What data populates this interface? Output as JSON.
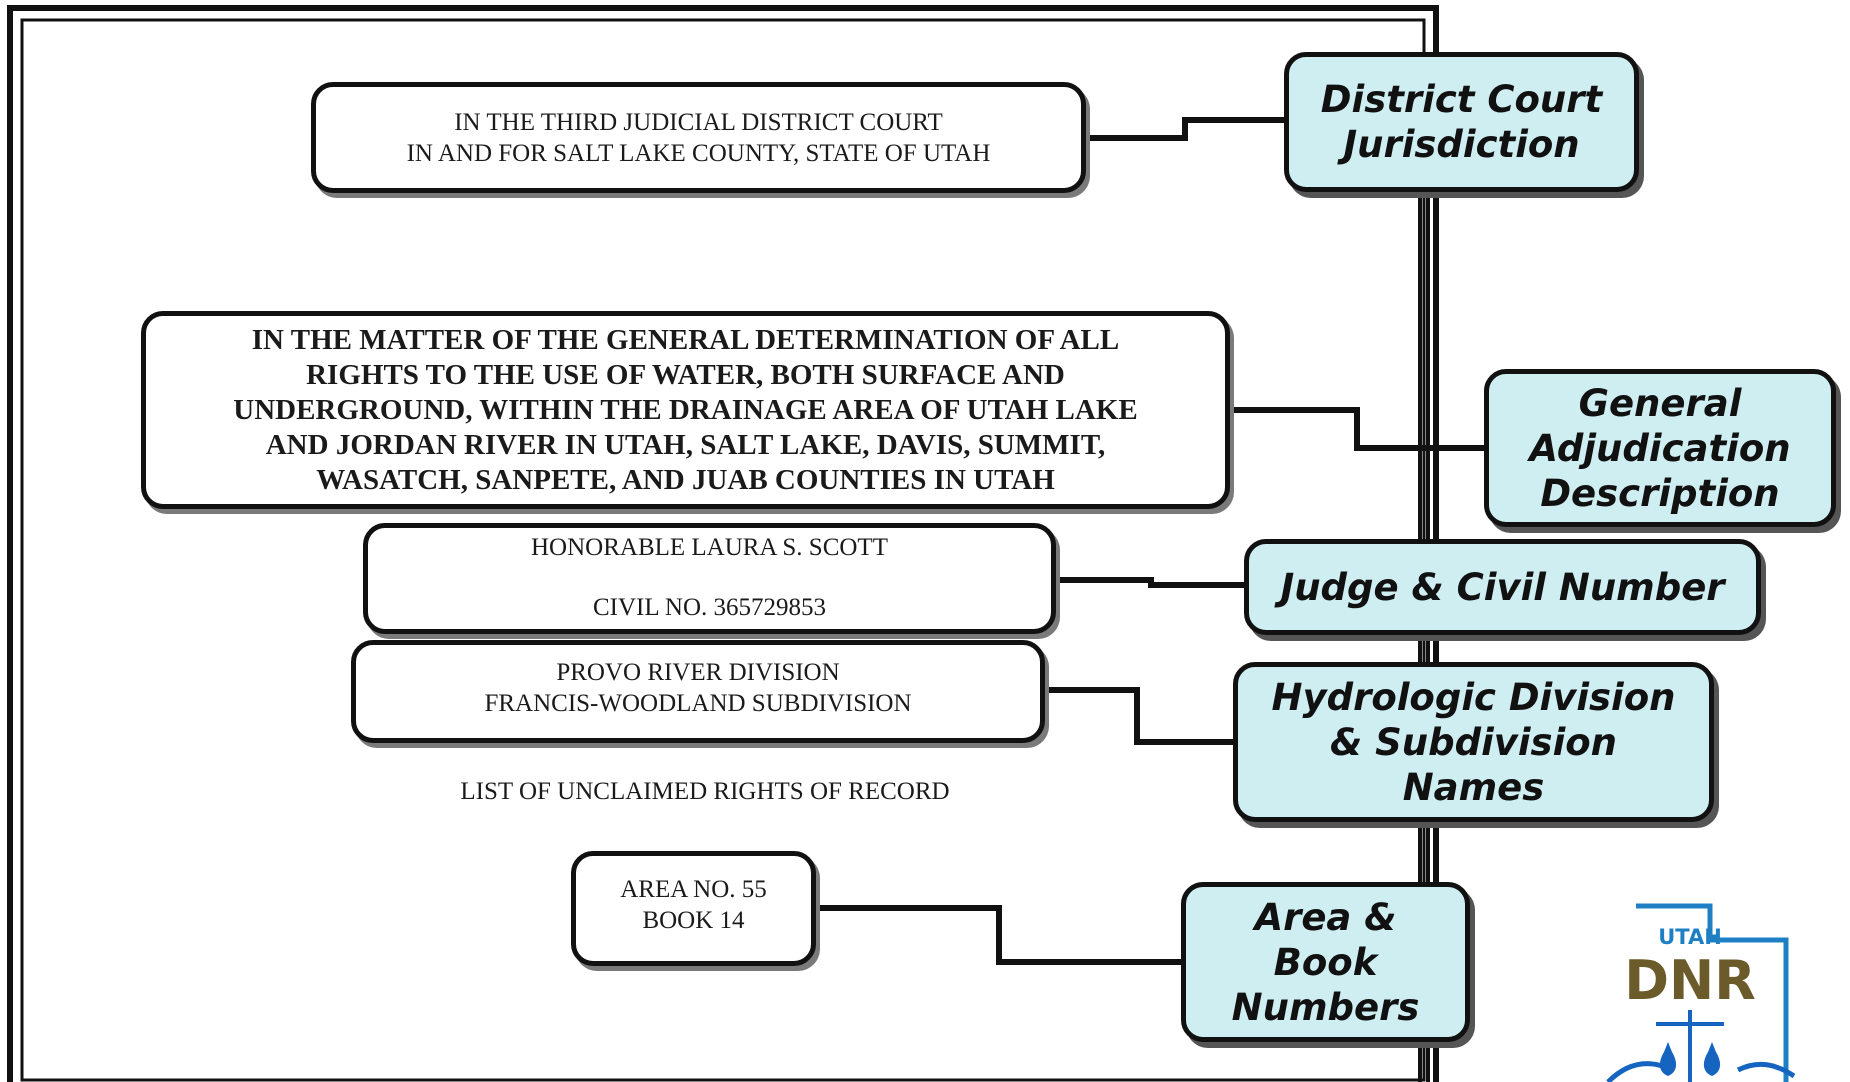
{
  "document": {
    "court_box": {
      "lines": [
        "IN THE THIRD JUDICIAL DISTRICT COURT",
        "IN AND FOR SALT LAKE COUNTY, STATE OF UTAH"
      ]
    },
    "matter_box": {
      "lines": [
        "IN THE MATTER OF THE GENERAL DETERMINATION OF ALL",
        "RIGHTS TO THE USE OF WATER, BOTH SURFACE AND",
        "UNDERGROUND, WITHIN THE DRAINAGE AREA OF UTAH LAKE",
        "AND JORDAN RIVER IN UTAH, SALT LAKE, DAVIS, SUMMIT,",
        "WASATCH, SANPETE, AND JUAB COUNTIES IN UTAH"
      ]
    },
    "judge_box": {
      "judge": "HONORABLE LAURA S. SCOTT",
      "civil_no": "CIVIL NO. 365729853"
    },
    "division_box": {
      "lines": [
        "PROVO RIVER DIVISION",
        "FRANCIS-WOODLAND SUBDIVISION"
      ]
    },
    "list_title": "LIST OF UNCLAIMED RIGHTS OF RECORD",
    "area_box": {
      "lines": [
        "AREA NO. 55",
        "BOOK 14"
      ]
    }
  },
  "callouts": {
    "district_court": {
      "lines": [
        "District Court",
        "Jurisdiction"
      ]
    },
    "general_adjudication": {
      "lines": [
        "General",
        "Adjudication",
        "Description"
      ]
    },
    "judge_civil": {
      "lines": [
        "Judge & Civil Number"
      ]
    },
    "hydrologic": {
      "lines": [
        "Hydrologic Division",
        "& Subdivision",
        "Names"
      ]
    },
    "area_book": {
      "lines": [
        "Area &",
        "Book",
        "Numbers"
      ]
    }
  },
  "logo": {
    "state_text": "UTAH",
    "agency_text": "DNR",
    "colors": {
      "outline_blue": "#1f7fc4",
      "text_brown": "#6b5a2a",
      "water_blue": "#1565c0"
    }
  },
  "colors": {
    "callout_fill": "#cfeef2",
    "line": "#111111"
  }
}
